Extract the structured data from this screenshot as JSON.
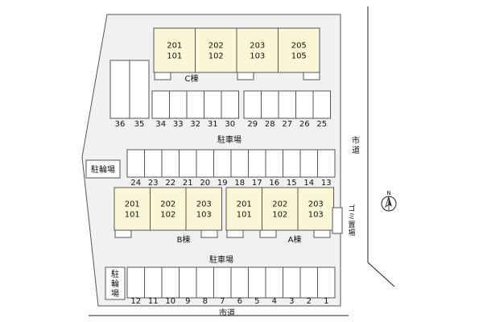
{
  "colors": {
    "lot": "#f1f1f1",
    "building": "#fbf7d6",
    "stroke": "#555555",
    "line": "#222222"
  },
  "buildings": [
    {
      "name": "C棟",
      "units": [
        {
          "upper": "201",
          "lower": "101"
        },
        {
          "upper": "202",
          "lower": "102"
        },
        {
          "upper": "203",
          "lower": "103"
        },
        {
          "upper": "205",
          "lower": "105"
        }
      ]
    },
    {
      "name": "B棟",
      "units": [
        {
          "upper": "201",
          "lower": "101"
        },
        {
          "upper": "202",
          "lower": "102"
        },
        {
          "upper": "203",
          "lower": "103"
        }
      ]
    },
    {
      "name": "A棟",
      "units": [
        {
          "upper": "201",
          "lower": "101"
        },
        {
          "upper": "202",
          "lower": "102"
        },
        {
          "upper": "203",
          "lower": "103"
        }
      ]
    }
  ],
  "parking_numbers": {
    "c_pair": [
      "36",
      "35"
    ],
    "c_left": [
      "34",
      "33",
      "32",
      "31",
      "30"
    ],
    "c_right": [
      "29",
      "28",
      "27",
      "26",
      "25"
    ],
    "middle": [
      "24",
      "23",
      "22",
      "21",
      "20",
      "19",
      "18",
      "17",
      "16",
      "15",
      "14",
      "13"
    ],
    "bottom": [
      "12",
      "11",
      "10",
      "9",
      "8",
      "7",
      "6",
      "5",
      "4",
      "3",
      "2",
      "1"
    ]
  },
  "labels": {
    "parking_top": "駐車場",
    "parking_bottom": "駐車場",
    "bike_parking_top": "駐輪場",
    "bike_parking_bottom": "駐輪場",
    "garbage": "ゴミ置場",
    "road_east": "市道",
    "road_south": "市道",
    "north": "N"
  }
}
